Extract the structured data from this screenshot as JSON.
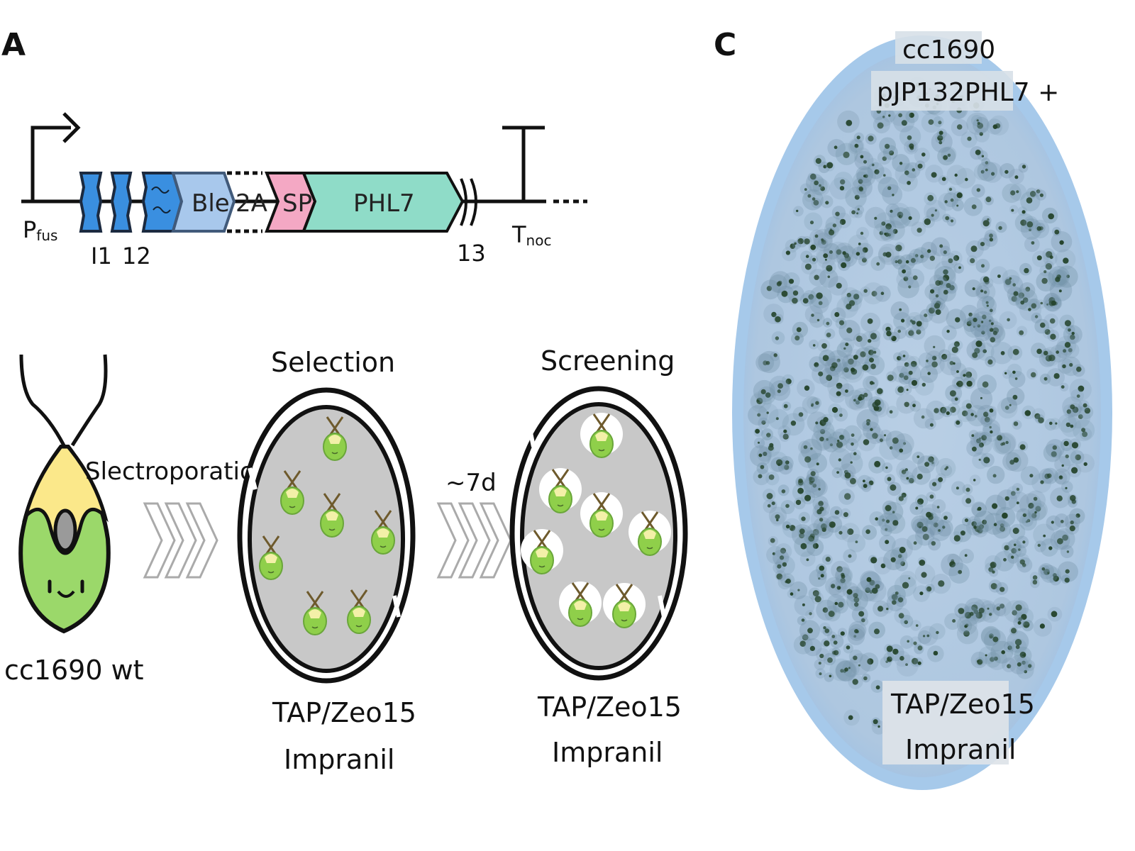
{
  "panel_a": {
    "letter": "A",
    "construct": {
      "promoter": "P",
      "promoter_sub": "fus",
      "introns": [
        "I1",
        "12",
        "13"
      ],
      "segments": [
        "Ble",
        "2A",
        "SP",
        "PHL7"
      ],
      "terminator": "T",
      "terminator_sub": "noc"
    },
    "workflow": {
      "strain_label": "cc1690 wt",
      "step1_label": "Slectroporation",
      "step2_label": "~7d",
      "selection_title": "Selection",
      "selection_media": [
        "TAP/Zeo15",
        "Impranil"
      ],
      "screening_title": "Screening",
      "screening_media": [
        "TAP/Zeo15",
        "Impranil"
      ]
    }
  },
  "panel_c": {
    "letter": "C",
    "plate_top": [
      "cc1690",
      "pJP132PHL7 +"
    ],
    "plate_bottom": [
      "TAP/Zeo15",
      "Impranil"
    ]
  },
  "colors": {
    "intron_blue": "#3a8fe0",
    "ble_blue": "#a8c8ec",
    "sp_pink": "#f4a8c4",
    "phl7_teal": "#8fdcc8",
    "cell_yellow": "#fbe88a",
    "cell_green": "#9bd86a",
    "plate_gray": "#c8c8c8",
    "plate_blue": "#b4cbe2",
    "colony_green": "#25442c"
  }
}
